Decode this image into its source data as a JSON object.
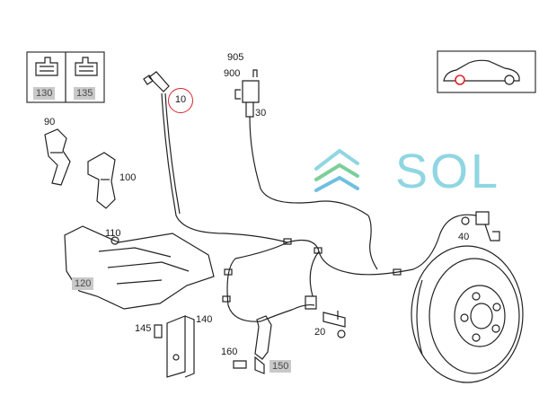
{
  "brand": {
    "text": "SOL"
  },
  "labels": {
    "p10": "10",
    "p20": "20",
    "p30": "30",
    "p40": "40",
    "p90": "90",
    "p100": "100",
    "p110": "110",
    "p120": "120",
    "p130": "130",
    "p135": "135",
    "p140": "140",
    "p145": "145",
    "p150": "150",
    "p160": "160",
    "p900": "900",
    "p905": "905"
  },
  "colors": {
    "line": "#222222",
    "highlight_circle": "#d9262c",
    "gray_tag": "#c9c9c9",
    "brand": "#8fd6e2"
  },
  "icons": {
    "car_inset": "car-side-icon",
    "brand_logo": "sol-stripes-icon"
  }
}
